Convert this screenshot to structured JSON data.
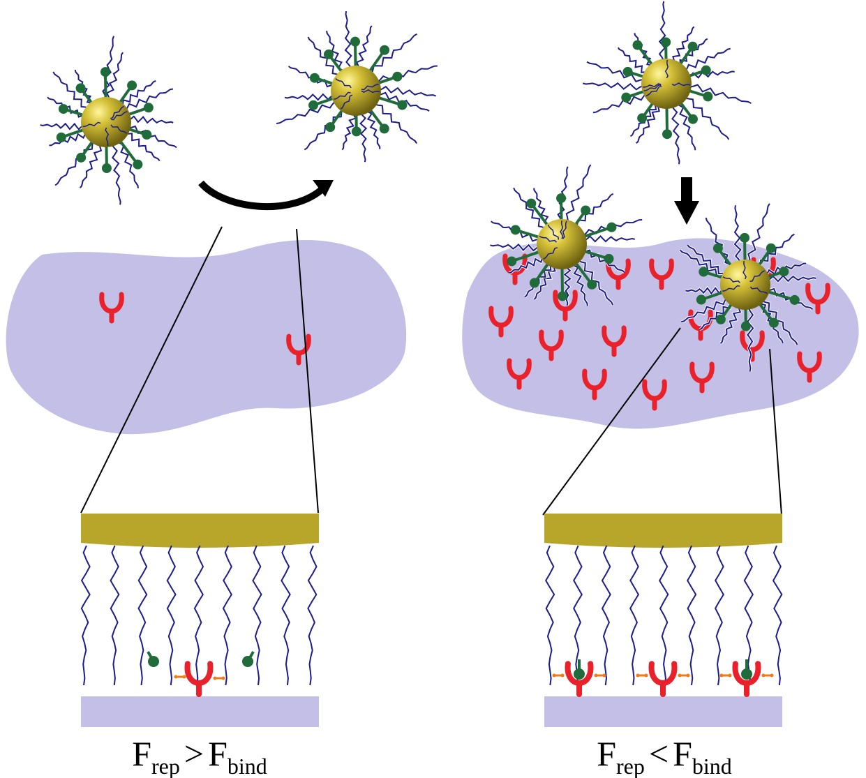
{
  "panels": [
    {
      "id": "left",
      "label": {
        "f1": "F",
        "sub1": "rep",
        "op": ">",
        "f2": "F",
        "sub2": "bind"
      },
      "receptor_density": "low"
    },
    {
      "id": "right",
      "label": {
        "f1": "F",
        "sub1": "rep",
        "op": "<",
        "f2": "F",
        "sub2": "bind"
      },
      "receptor_density": "high"
    }
  ],
  "colors": {
    "nanoparticle_core": "#b8a621",
    "polymer_chain": "#1c1c8c",
    "ligand": "#1f6b3a",
    "receptor": "#e8212b",
    "cell_membrane": "#c4bfe6",
    "interaction_arrows": "#f07a18",
    "arrow": "#000000"
  }
}
